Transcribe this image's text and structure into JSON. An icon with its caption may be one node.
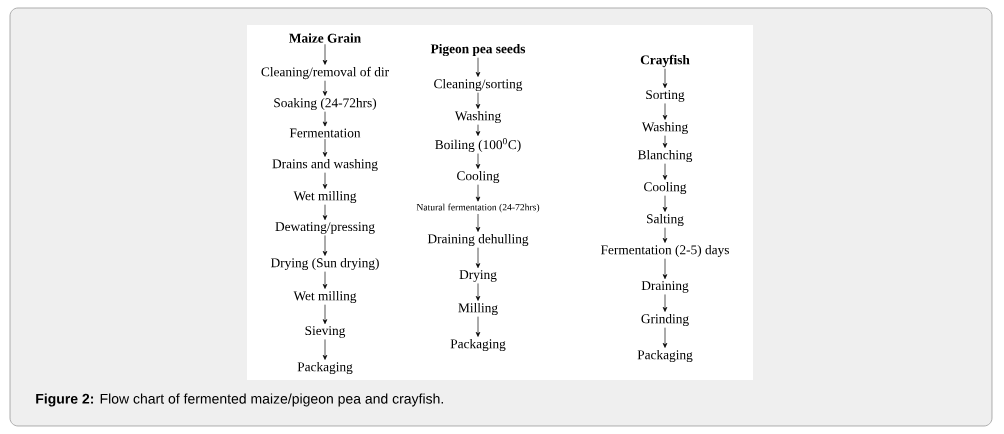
{
  "diagram": {
    "caption": "**Figure 2:** Flow chart of fermented maize/pigeon pea and crayfish.",
    "nodes": [
      {
        "text": [
          "Maize Grain"
        ]
      },
      {
        "text": [
          "Cleaning/removal of dir"
        ]
      },
      {
        "text": [
          "Soaking (24-72hrs)"
        ]
      },
      {
        "text": [
          "Fermentation"
        ]
      },
      {
        "text": [
          "Drains and washing"
        ]
      },
      {
        "text": [
          "Wet milling"
        ]
      },
      {
        "text": [
          "Dewating/pressing"
        ]
      },
      {
        "text": [
          "Drying (Sun drying)"
        ]
      },
      {
        "text": [
          "Wet milling"
        ]
      },
      {
        "text": [
          "Sieving"
        ]
      },
      {
        "text": [
          "Packaging"
        ]
      },
      {
        "text": [
          "Pigeon pea seeds"
        ]
      },
      {
        "text": [
          "Cleaning/sorting"
        ]
      },
      {
        "text": [
          "Washing"
        ]
      },
      {
        "text": [
          "Boiling (100$^{0}$C)"
        ]
      },
      {
        "text": [
          "Cooling"
        ]
      },
      {
        "text": [
          "Natural fermentation (24-72hrs)"
        ]
      },
      {
        "text": [
          "Draining dehulling"
        ]
      },
      {
        "text": [
          "Drying"
        ]
      },
      {
        "text": [
          "Milling"
        ]
      },
      {
        "text": [
          "Packaging"
        ]
      },
      {
        "text": [
          "Crayfish"
        ]
      },
      {
        "text": [
          "Sorting"
        ]
      },
      {
        "text": [
          "Washing"
        ]
      },
      {
        "text": [
          "Blanching"
        ]
      },
      {
        "text": [
          "Cooling"
        ]
      },
      {
        "text": [
          "Salting"
        ]
      },
      {
        "text": [
          "Fermentation (2-5) days"
        ]
      },
      {
        "text": [
          "Draining"
        ]
      },
      {
        "text": [
          "Grinding"
        ]
      },
      {
        "text": [
          "Packaging"
        ]
      }
    ],
    "edges": [
      {
        "from": 0,
        "to": 1,
        "arrow": "to"
      },
      {
        "from": 1,
        "to": 2,
        "arrow": "to"
      },
      {
        "from": 2,
        "to": 3,
        "arrow": "to"
      },
      {
        "from": 3,
        "to": 4,
        "arrow": "to"
      },
      {
        "from": 4,
        "to": 5,
        "arrow": "to"
      },
      {
        "from": 5,
        "to": 6,
        "arrow": "to"
      },
      {
        "from": 6,
        "to": 7,
        "arrow": "to"
      },
      {
        "from": 7,
        "to": 8,
        "arrow": "to"
      },
      {
        "from": 8,
        "to": 9,
        "arrow": "to"
      },
      {
        "from": 9,
        "to": 10,
        "arrow": "to"
      },
      {
        "from": 11,
        "to": 12,
        "arrow": "to"
      },
      {
        "from": 12,
        "to": 13,
        "arrow": "to"
      },
      {
        "from": 13,
        "to": 14,
        "arrow": "to"
      },
      {
        "from": 14,
        "to": 15,
        "arrow": "to"
      },
      {
        "from": 15,
        "to": 16,
        "arrow": "to"
      },
      {
        "from": 16,
        "to": 17,
        "arrow": "to"
      },
      {
        "from": 17,
        "to": 18,
        "arrow": "to"
      },
      {
        "from": 18,
        "to": 19,
        "arrow": "to"
      },
      {
        "from": 19,
        "to": 20,
        "arrow": "to"
      },
      {
        "from": 21,
        "to": 22,
        "arrow": "to"
      },
      {
        "from": 22,
        "to": 23,
        "arrow": "to"
      },
      {
        "from": 23,
        "to": 24,
        "arrow": "to"
      },
      {
        "from": 24,
        "to": 25,
        "arrow": "to"
      },
      {
        "from": 25,
        "to": 26,
        "arrow": "to"
      },
      {
        "from": 26,
        "to": 27,
        "arrow": "to"
      },
      {
        "from": 27,
        "to": 28,
        "arrow": "to"
      },
      {
        "from": 28,
        "to": 29,
        "arrow": "to"
      },
      {
        "from": 29,
        "to": 30,
        "arrow": "to"
      }
    ]
  }
}
